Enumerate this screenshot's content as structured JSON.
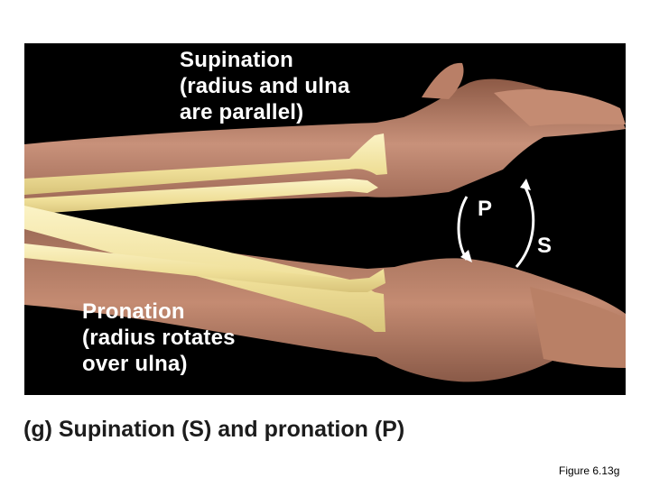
{
  "photo": {
    "supination_label": "Supination\n(radius and ulna\nare parallel)",
    "pronation_label": "Pronation\n(radius rotates\nover ulna)",
    "p_letter": "P",
    "s_letter": "S"
  },
  "caption": "(g) Supination (S) and pronation (P)",
  "figure_ref": "Figure 6.13g",
  "colors": {
    "background": "#000000",
    "skin": "#c98f74",
    "skin_shadow": "#a86c54",
    "bone": "#f3e6a4",
    "label_text": "#ffffff",
    "caption_text": "#1c1c1c"
  }
}
